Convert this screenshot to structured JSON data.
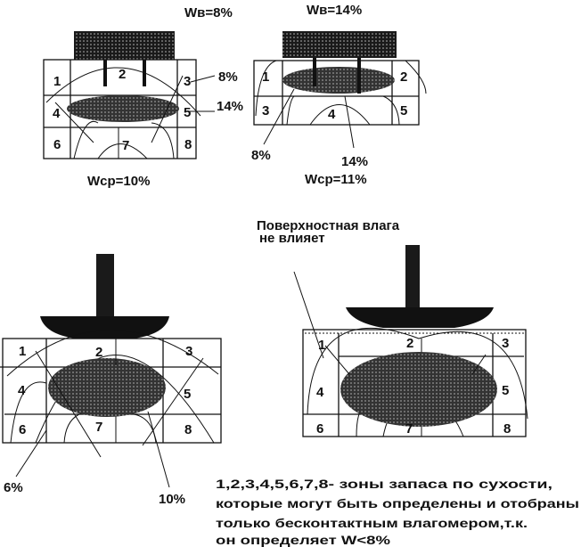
{
  "diagram_a": {
    "wb": "Wв=8%",
    "wcp": "Wср=10%",
    "label_upper": "8%",
    "label_lower": "14%",
    "zones": [
      "1",
      "2",
      "3",
      "4",
      "5",
      "6",
      "7",
      "8"
    ]
  },
  "diagram_b": {
    "wb": "Wв=14%",
    "wcp": "Wср=11%",
    "label_left": "8%",
    "label_center": "14%",
    "zones": [
      "1",
      "2",
      "3",
      "4",
      "5"
    ]
  },
  "diagram_c": {
    "label_left": "6%",
    "label_right": "10%",
    "zones": [
      "1",
      "2",
      "3",
      "4",
      "5",
      "6",
      "7",
      "8"
    ]
  },
  "diagram_d": {
    "note_line1": "Поверхностная влага",
    "note_line2": "не влияет",
    "zones": [
      "1",
      "2",
      "3",
      "4",
      "5",
      "6",
      "7",
      "8"
    ]
  },
  "caption": [
    "1,2,3,4,5,6,7,8- зоны запаса по сухости,",
    "которые могут быть определены и отобраны",
    "только бесконтактным влагомером,т.к.",
    "он определяет W<8%"
  ],
  "colors": {
    "ink": "#111111",
    "paper": "#ffffff"
  }
}
